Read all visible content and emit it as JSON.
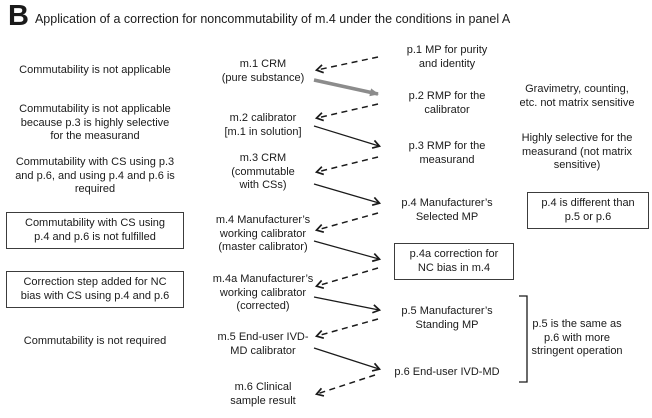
{
  "title": {
    "letter": "B",
    "text": "Application of a correction for noncommutability of m.4 under the conditions in panel A"
  },
  "left_notes": [
    "Commutability is not applicable",
    "Commutability is not applicable\nbecause p.3 is highly selective\nfor the measurand",
    "Commutability with CS using p.3\nand p.6, and using p.4 and p.6 is\nrequired",
    "Commutability with CS using\np.4 and p.6 is not fulfilled",
    "Correction step added for NC\nbias with CS using p.4 and p.6",
    "Commutability is not required"
  ],
  "materials": [
    "m.1 CRM\n(pure substance)",
    "m.2 calibrator\n[m.1 in solution]",
    "m.3 CRM\n(commutable\nwith CSs)",
    "m.4 Manufacturer’s\nworking calibrator\n(master calibrator)",
    "m.4a Manufacturer’s\nworking calibrator\n(corrected)",
    "m.5 End-user IVD-\nMD calibrator",
    "m.6 Clinical\nsample result"
  ],
  "procedures": [
    "p.1 MP for purity\nand identity",
    "p.2 RMP for the\ncalibrator",
    "p.3 RMP for the\nmeasurand",
    "p.4 Manufacturer’s\nSelected MP",
    "p.4a correction for\nNC bias in m.4",
    "p.5 Manufacturer’s\nStanding MP",
    "p.6 End-user IVD-MD"
  ],
  "right_notes": [
    "Gravimetry, counting,\netc. not matrix sensitive",
    "Highly selective for the\nmeasurand (not matrix\nsensitive)",
    "p.4 is different than\np.5 or p.6",
    "p.5 is the same as\np.6 with more\nstringent operation"
  ],
  "connections": [
    {
      "from": "p.1",
      "to": "m.1",
      "style": "dashed"
    },
    {
      "from": "m.1",
      "to": "p.2",
      "style": "solid-thick-gray"
    },
    {
      "from": "p.2",
      "to": "m.2",
      "style": "dashed"
    },
    {
      "from": "m.2",
      "to": "p.3",
      "style": "solid"
    },
    {
      "from": "p.3",
      "to": "m.3",
      "style": "dashed"
    },
    {
      "from": "m.3",
      "to": "p.4",
      "style": "solid"
    },
    {
      "from": "p.4",
      "to": "m.4",
      "style": "dashed"
    },
    {
      "from": "m.4",
      "to": "p.4a",
      "style": "solid"
    },
    {
      "from": "p.4a",
      "to": "m.4a",
      "style": "dashed"
    },
    {
      "from": "m.4a",
      "to": "p.5",
      "style": "solid"
    },
    {
      "from": "p.5",
      "to": "m.5",
      "style": "dashed"
    },
    {
      "from": "m.5",
      "to": "p.6",
      "style": "solid"
    },
    {
      "from": "p.6",
      "to": "m.6",
      "style": "dashed"
    }
  ],
  "bracket_groups": [
    {
      "spans": [
        "p.5",
        "p.6"
      ]
    }
  ],
  "colors": {
    "text": "#1a1a1a",
    "thick_arrow": "#8c8c8c",
    "box_border": "#3c3c3c",
    "background": "#ffffff"
  }
}
